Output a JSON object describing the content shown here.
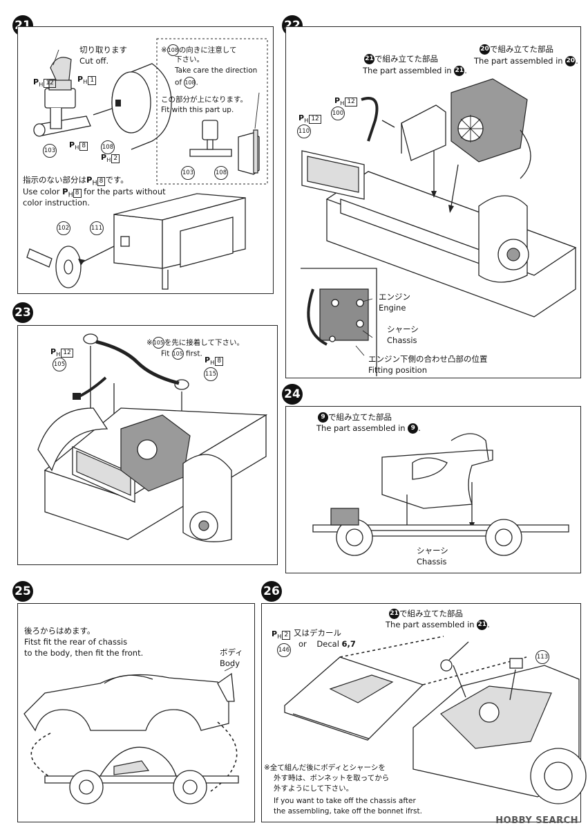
{
  "steps": {
    "s21": {
      "num": "21",
      "cutoff_jp": "切り取ります",
      "cutoff_en": "Cut off.",
      "note1_jp1": "※",
      "note1_jp2": "の向きに注意して",
      "note1_jp3": "下さい。",
      "note1_en1": "Take care the direction",
      "note1_en2": "of",
      "note2_jp": "この部分が上になります。",
      "note2_en": "Fit with this part up.",
      "color_jp": "指示のない部分は",
      "color_jp2": "です。",
      "color_en1": "Use color",
      "color_en2": "for the parts without",
      "color_en3": "color instruction.",
      "parts": [
        "103",
        "108",
        "102",
        "111"
      ],
      "paints": [
        "12",
        "1",
        "8",
        "2"
      ]
    },
    "s22": {
      "num": "22",
      "ref21_jp": "で組み立てた部品",
      "ref21_en": "The part assembled in",
      "ref20_jp": "で組み立てた部品",
      "ref20_en": "The part assembled in",
      "ref21": "21",
      "ref20": "20",
      "parts": [
        "100",
        "110"
      ],
      "paint": "12",
      "engine_jp": "エンジン",
      "engine_en": "Engine",
      "chassis_jp": "シャーシ",
      "chassis_en": "Chassis",
      "fit_jp": "エンジン下側の合わせ凸部の位置",
      "fit_en": "Fitting position"
    },
    "s23": {
      "num": "23",
      "note_jp1": "※",
      "note_jp2": "を先に接着して下さい。",
      "note_en1": "Fit",
      "note_en2": "first.",
      "parts": [
        "105",
        "115"
      ],
      "paints": [
        "12",
        "8"
      ]
    },
    "s24": {
      "num": "24",
      "ref_jp": "で組み立てた部品",
      "ref_en": "The part assembled in",
      "ref": "9",
      "chassis_jp": "シャーシ",
      "chassis_en": "Chassis"
    },
    "s25": {
      "num": "25",
      "jp": "後ろからはめます。",
      "en1": "Fitst fit the rear of chassis",
      "en2": "to the body, then fit the front.",
      "body_jp": "ボディ",
      "body_en": "Body"
    },
    "s26": {
      "num": "26",
      "ref_jp": "で組み立てた部品",
      "ref_en": "The part assembled in",
      "ref": "21",
      "decal_jp": "又はデカール",
      "decal_en1": "or",
      "decal_en2": "Decal",
      "decal_nums": "6,7",
      "parts": [
        "146",
        "113"
      ],
      "paint": "2",
      "note_jp1": "※全て組んだ後にボディとシャーシを",
      "note_jp2": "外す時は、ボンネットを取ってから",
      "note_jp3": "外すようにして下さい。",
      "note_en1": "If you want to take off the chassis after",
      "note_en2": "the assembling, take off the bonnet ifrst."
    }
  },
  "paint_prefix": "P",
  "paint_sub": "H",
  "watermark": "HOBBY SEARCH"
}
